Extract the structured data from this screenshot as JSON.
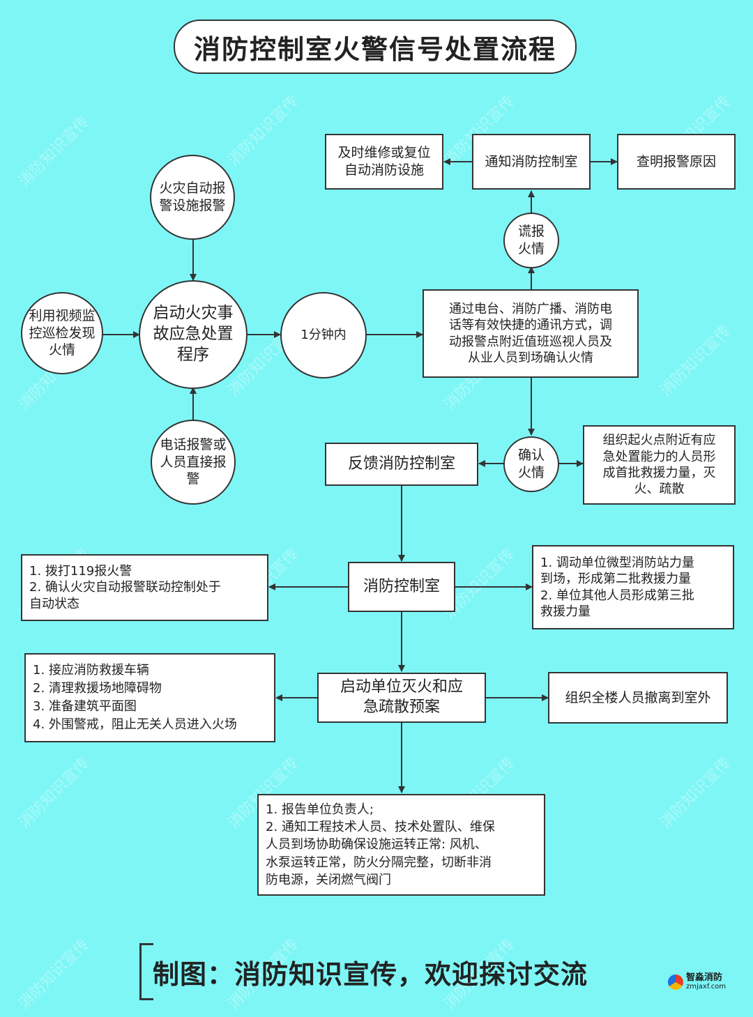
{
  "title": "消防控制室火警信号处置流程",
  "nodes": {
    "auto_alarm": "火灾自动报\n警设施报警",
    "video": "利用视频监\n控巡检发现\n火情",
    "start_plan": "启动火灾事\n故应急处置\n程序",
    "phone_alarm": "电话报警或\n人员直接报\n警",
    "one_minute": "1分钟内",
    "notify_confirm": "通过电台、消防广播、消防电\n话等有效快捷的通讯方式，调\n动报警点附近值班巡视人员及\n从业人员到场确认火情",
    "false_alarm": "谎报\n火情",
    "notify_room": "通知消防控制室",
    "repair": "及时维修或复位\n自动消防设施",
    "check_cause": "查明报警原因",
    "confirmed": "确认\n火情",
    "feedback": "反馈消防控制室",
    "first_force": "组织起火点附近有应\n急处置能力的人员形\n成首批救援力量，灭\n火、疏散",
    "control_room": "消防控制室",
    "call_119": "1. 拨打119报火警\n2. 确认火灾自动报警联动控制处于\n自动状态",
    "second_third": "1. 调动单位微型消防站力量\n到场，形成第二批救援力量\n2. 单位其他人员形成第三批\n救援力量",
    "evacuation_plan": "启动单位灭火和应\n急疏散预案",
    "receive_vehicle": "1. 接应消防救援车辆\n2. 清理救援场地障碍物\n3. 准备建筑平面图\n4. 外围警戒，阻止无关人员进入火场",
    "evacuate_all": "组织全楼人员撤离到室外",
    "report_leader": "1. 报告单位负责人;\n2. 通知工程技术人员、技术处置队、维保\n人员到场协助确保设施运转正常: 风机、\n水泵运转正常，防火分隔完整，切断非消\n防电源，关闭燃气阀门"
  },
  "footer": "制图：消防知识宣传，欢迎探讨交流",
  "watermark": "消防知识宣传",
  "logo": {
    "name": "智淼消防",
    "url": "zmjaxf.com"
  },
  "colors": {
    "background": "#7ef6f6",
    "box_fill": "#ffffff",
    "stroke": "#333333"
  }
}
